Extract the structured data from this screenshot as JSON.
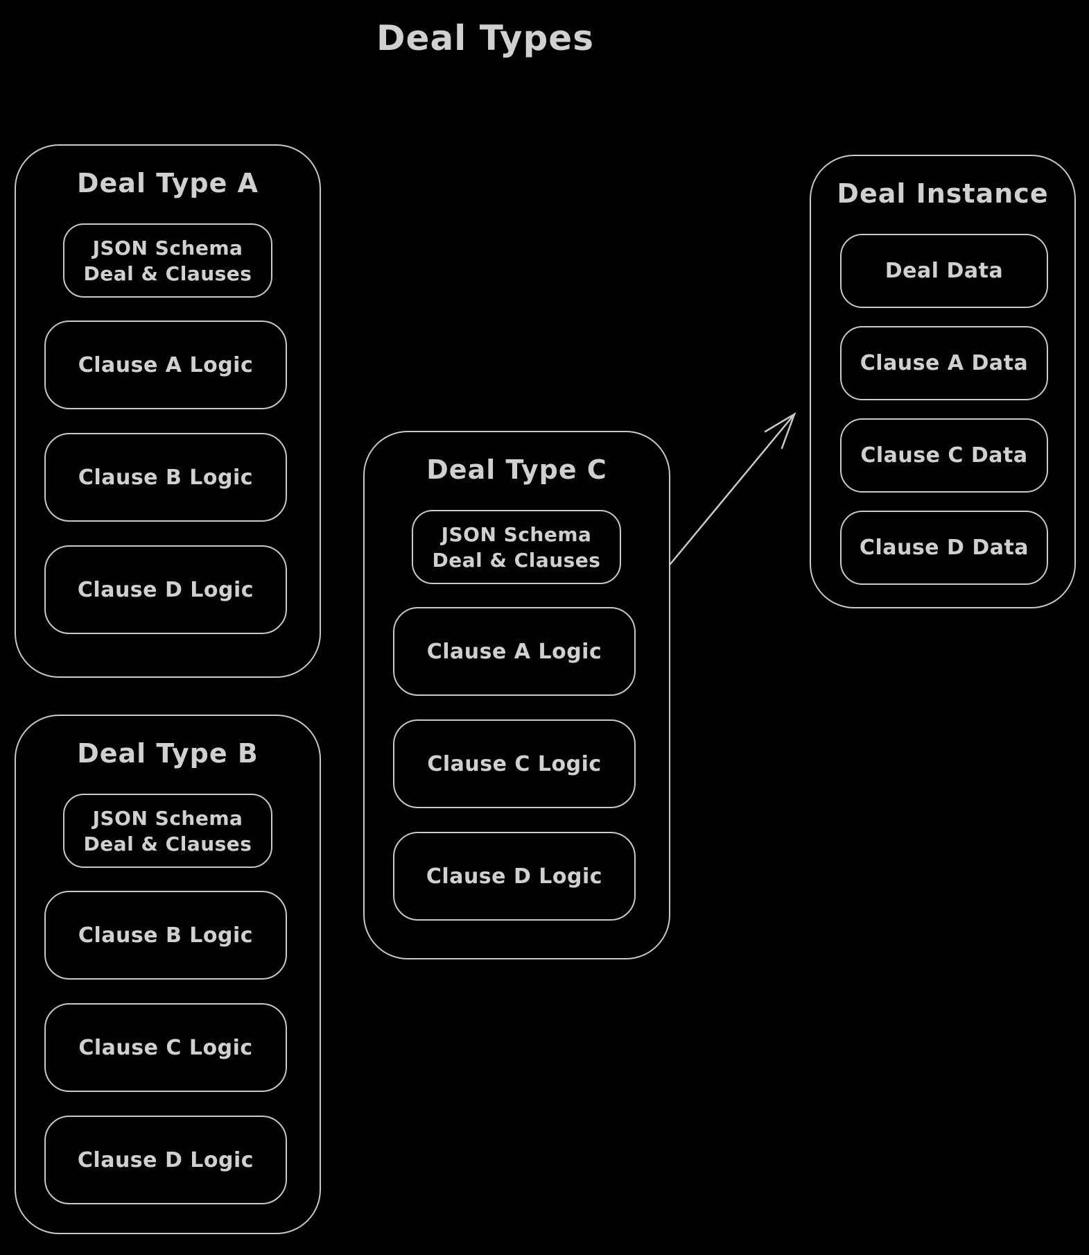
{
  "title": "Deal Types",
  "colors": {
    "background": "#000000",
    "stroke": "#c9c9c9",
    "text": "#d0d0d0"
  },
  "deal_type_a": {
    "title": "Deal Type A",
    "schema": {
      "line1": "JSON Schema",
      "line2": "Deal & Clauses"
    },
    "clauses": [
      "Clause A Logic",
      "Clause B Logic",
      "Clause D Logic"
    ]
  },
  "deal_type_b": {
    "title": "Deal Type B",
    "schema": {
      "line1": "JSON Schema",
      "line2": "Deal & Clauses"
    },
    "clauses": [
      "Clause B Logic",
      "Clause C Logic",
      "Clause D Logic"
    ]
  },
  "deal_type_c": {
    "title": "Deal Type C",
    "schema": {
      "line1": "JSON Schema",
      "line2": "Deal & Clauses"
    },
    "clauses": [
      "Clause A Logic",
      "Clause C Logic",
      "Clause D Logic"
    ]
  },
  "deal_instance": {
    "title": "Deal Instance",
    "items": [
      "Deal Data",
      "Clause A Data",
      "Clause C Data",
      "Clause D Data"
    ]
  },
  "arrow": {
    "from": "Deal Type C",
    "to": "Deal Instance"
  }
}
